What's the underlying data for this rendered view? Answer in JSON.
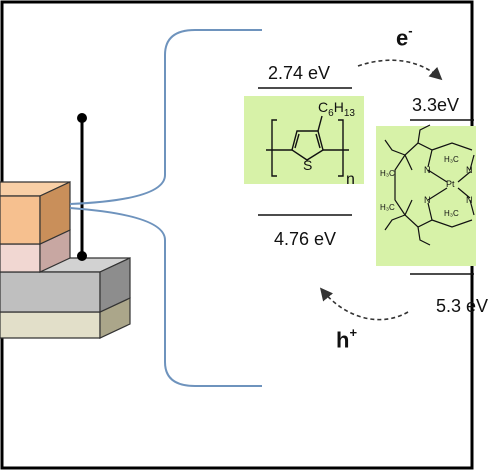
{
  "colors": {
    "frame": "#000000",
    "layer_orange": "#f6c08f",
    "layer_orange_side": "#c98f5a",
    "layer_pink": "#f1d7d2",
    "layer_pink_side": "#c8a7a2",
    "layer_gray": "#cfcfcf",
    "layer_gray_side": "#8d8d8d",
    "layer_beige": "#e2dfc9",
    "layer_beige_side": "#aba68a",
    "brace": "#6e93bd",
    "molecule_bg": "#d7f2a8",
    "arrow": "#333333"
  },
  "energy_levels": {
    "p3ht_lumo": "2.74 eV",
    "p3ht_homo": "4.76 eV",
    "ptoep_lumo": "3.3eV",
    "ptoep_homo": "5.3 eV"
  },
  "carriers": {
    "electron_base": "e",
    "electron_sign": "-",
    "hole_base": "h",
    "hole_sign": "+"
  },
  "p3ht": {
    "substituent": "C",
    "substituent_sub1": "6",
    "substituent_mid": "H",
    "substituent_sub2": "13",
    "heteroatom": "S",
    "repeat": "n"
  },
  "ptoep": {
    "metal": "Pt",
    "nitrogen": "N",
    "methyl_label": "H₃C",
    "methyl_label_mirror": "H₃C"
  },
  "icons": [
    "electron-transfer-arrow-icon",
    "hole-transfer-arrow-icon",
    "device-stack-icon",
    "curly-brace-icon"
  ]
}
